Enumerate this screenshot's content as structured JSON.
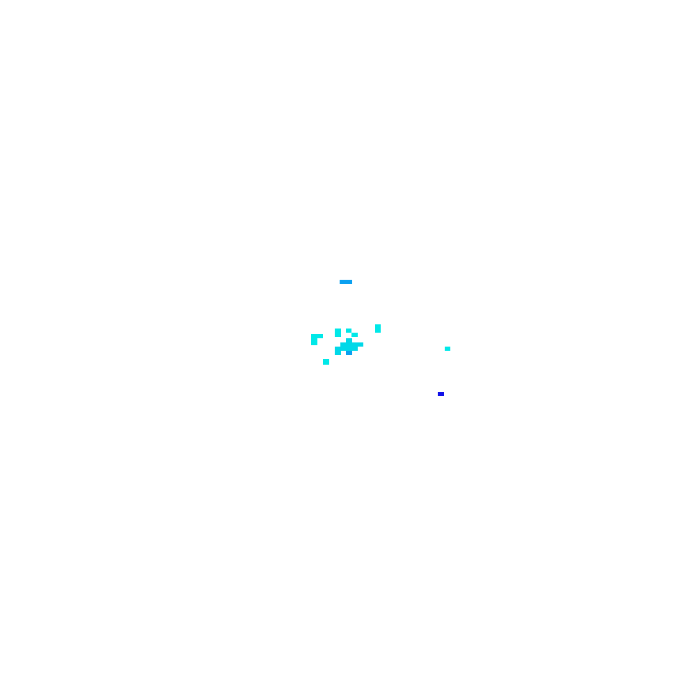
{
  "palette": {
    "background": "#ffffff",
    "cyan": "#00e8e8",
    "cyan_deep": "#00d8e8",
    "azure": "#0aa0f0",
    "blue": "#1010e8"
  },
  "blobs": [
    {
      "name": "azure-blob",
      "color_key": "azure"
    },
    {
      "name": "cyan-blob",
      "color_key": "cyan"
    },
    {
      "name": "cyan-deep-blob",
      "color_key": "cyan_deep"
    },
    {
      "name": "blue-blob",
      "color_key": "blue"
    }
  ]
}
